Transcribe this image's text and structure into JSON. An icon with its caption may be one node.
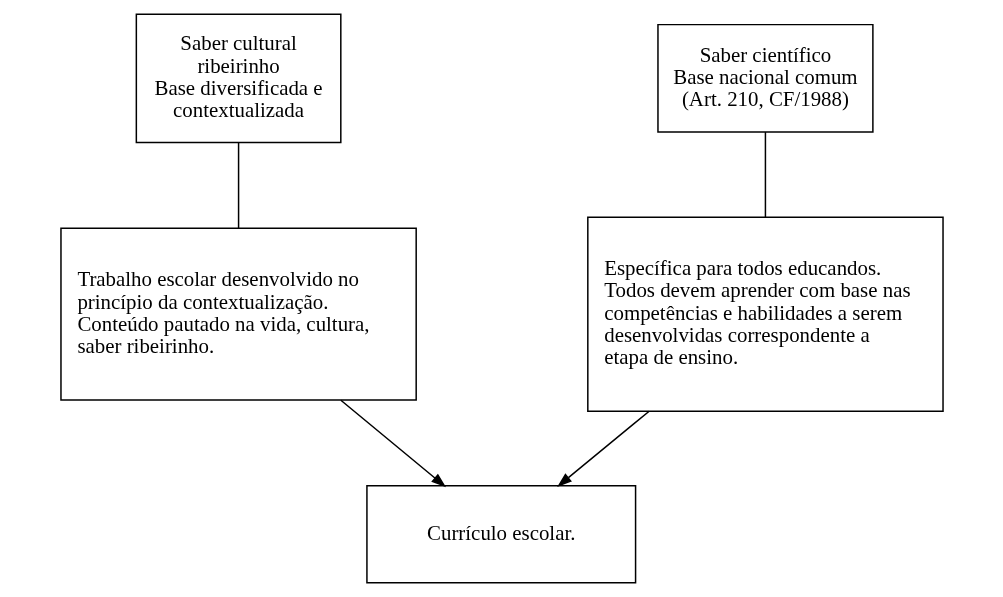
{
  "diagram": {
    "nodes": [
      {
        "text": [
          "Saber cultural ribeirinho",
          "Base diversificada e contextualizada"
        ]
      },
      {
        "text": [
          "Saber científico",
          "Base nacional comum (Art. 210, CF/1988)"
        ]
      },
      {
        "text": [
          "Trabalho escolar desenvolvido no princípio da contextualização. Conteúdo pautado na vida, cultura, saber ribeirinho."
        ]
      },
      {
        "text": [
          "Específica para todos educandos. Todos devem aprender com base nas competências e habilidades a serem desenvolvidas correspondente a etapa de ensino."
        ]
      },
      {
        "text": [
          "Currículo escolar."
        ]
      }
    ],
    "edges": [
      {
        "from": 0,
        "to": 2,
        "arrow": "none"
      },
      {
        "from": 1,
        "to": 3,
        "arrow": "none"
      },
      {
        "from": 2,
        "to": 4,
        "arrow": "to"
      },
      {
        "from": 3,
        "to": 4,
        "arrow": "to"
      }
    ]
  }
}
